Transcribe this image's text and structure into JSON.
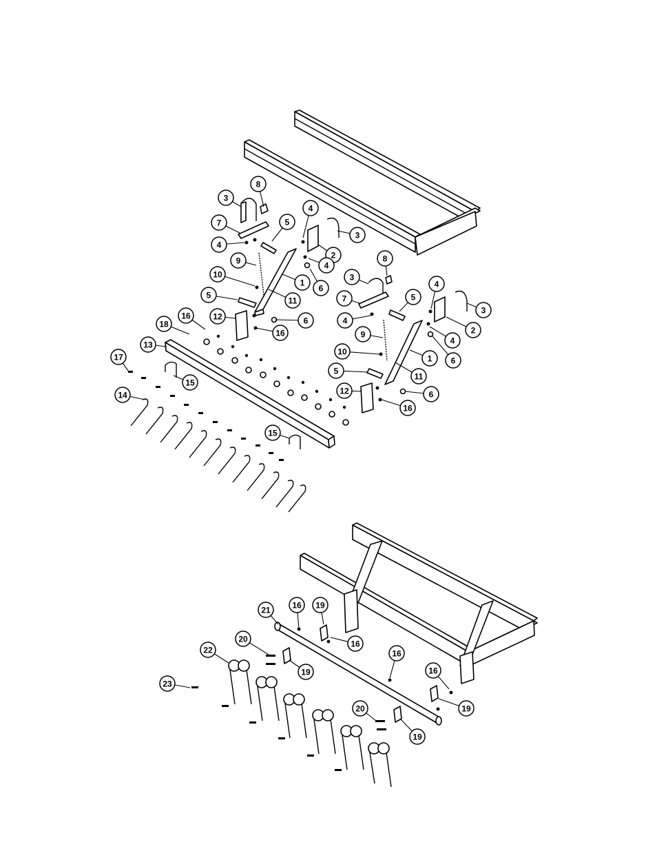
{
  "diagram": {
    "upper_view": {
      "callouts": [
        "1",
        "2",
        "3",
        "4",
        "5",
        "6",
        "7",
        "8",
        "9",
        "10",
        "11",
        "12",
        "13",
        "14",
        "15",
        "16",
        "17",
        "18"
      ]
    },
    "lower_view": {
      "callouts": [
        "16",
        "19",
        "20",
        "21",
        "22",
        "23"
      ]
    }
  }
}
